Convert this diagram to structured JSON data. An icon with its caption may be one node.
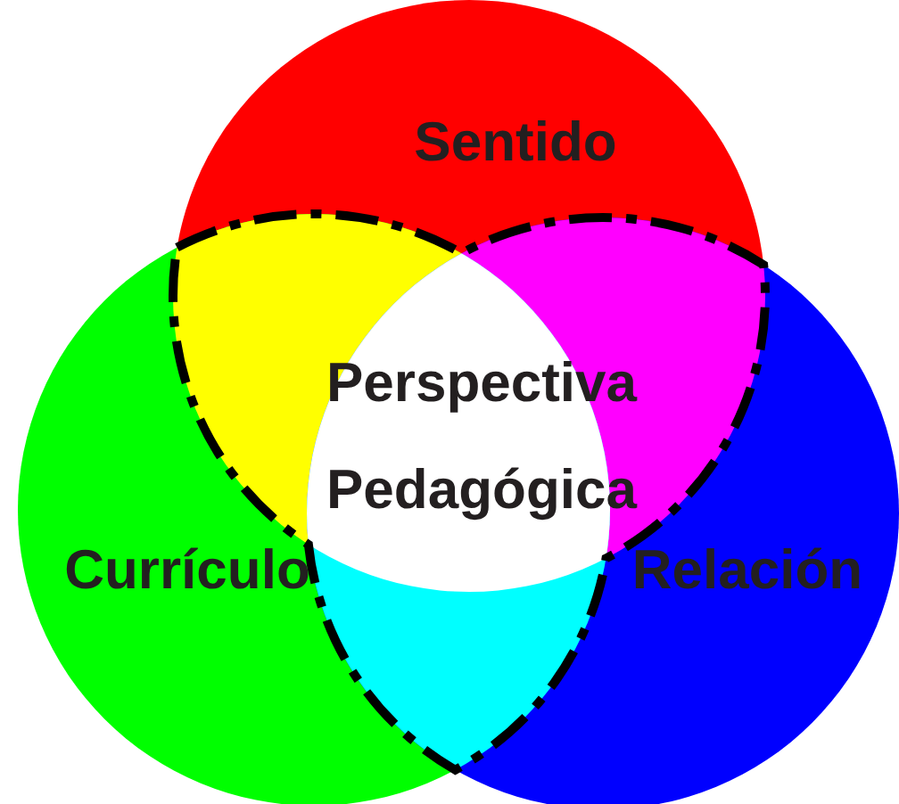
{
  "diagram": {
    "nodes": [
      {
        "text": [
          "Sentido"
        ]
      },
      {
        "text": [
          "Currículo"
        ]
      },
      {
        "text": [
          "Relación"
        ]
      },
      {
        "text": [
          "Perspectiva Pedagógica"
        ]
      }
    ],
    "edges": []
  }
}
